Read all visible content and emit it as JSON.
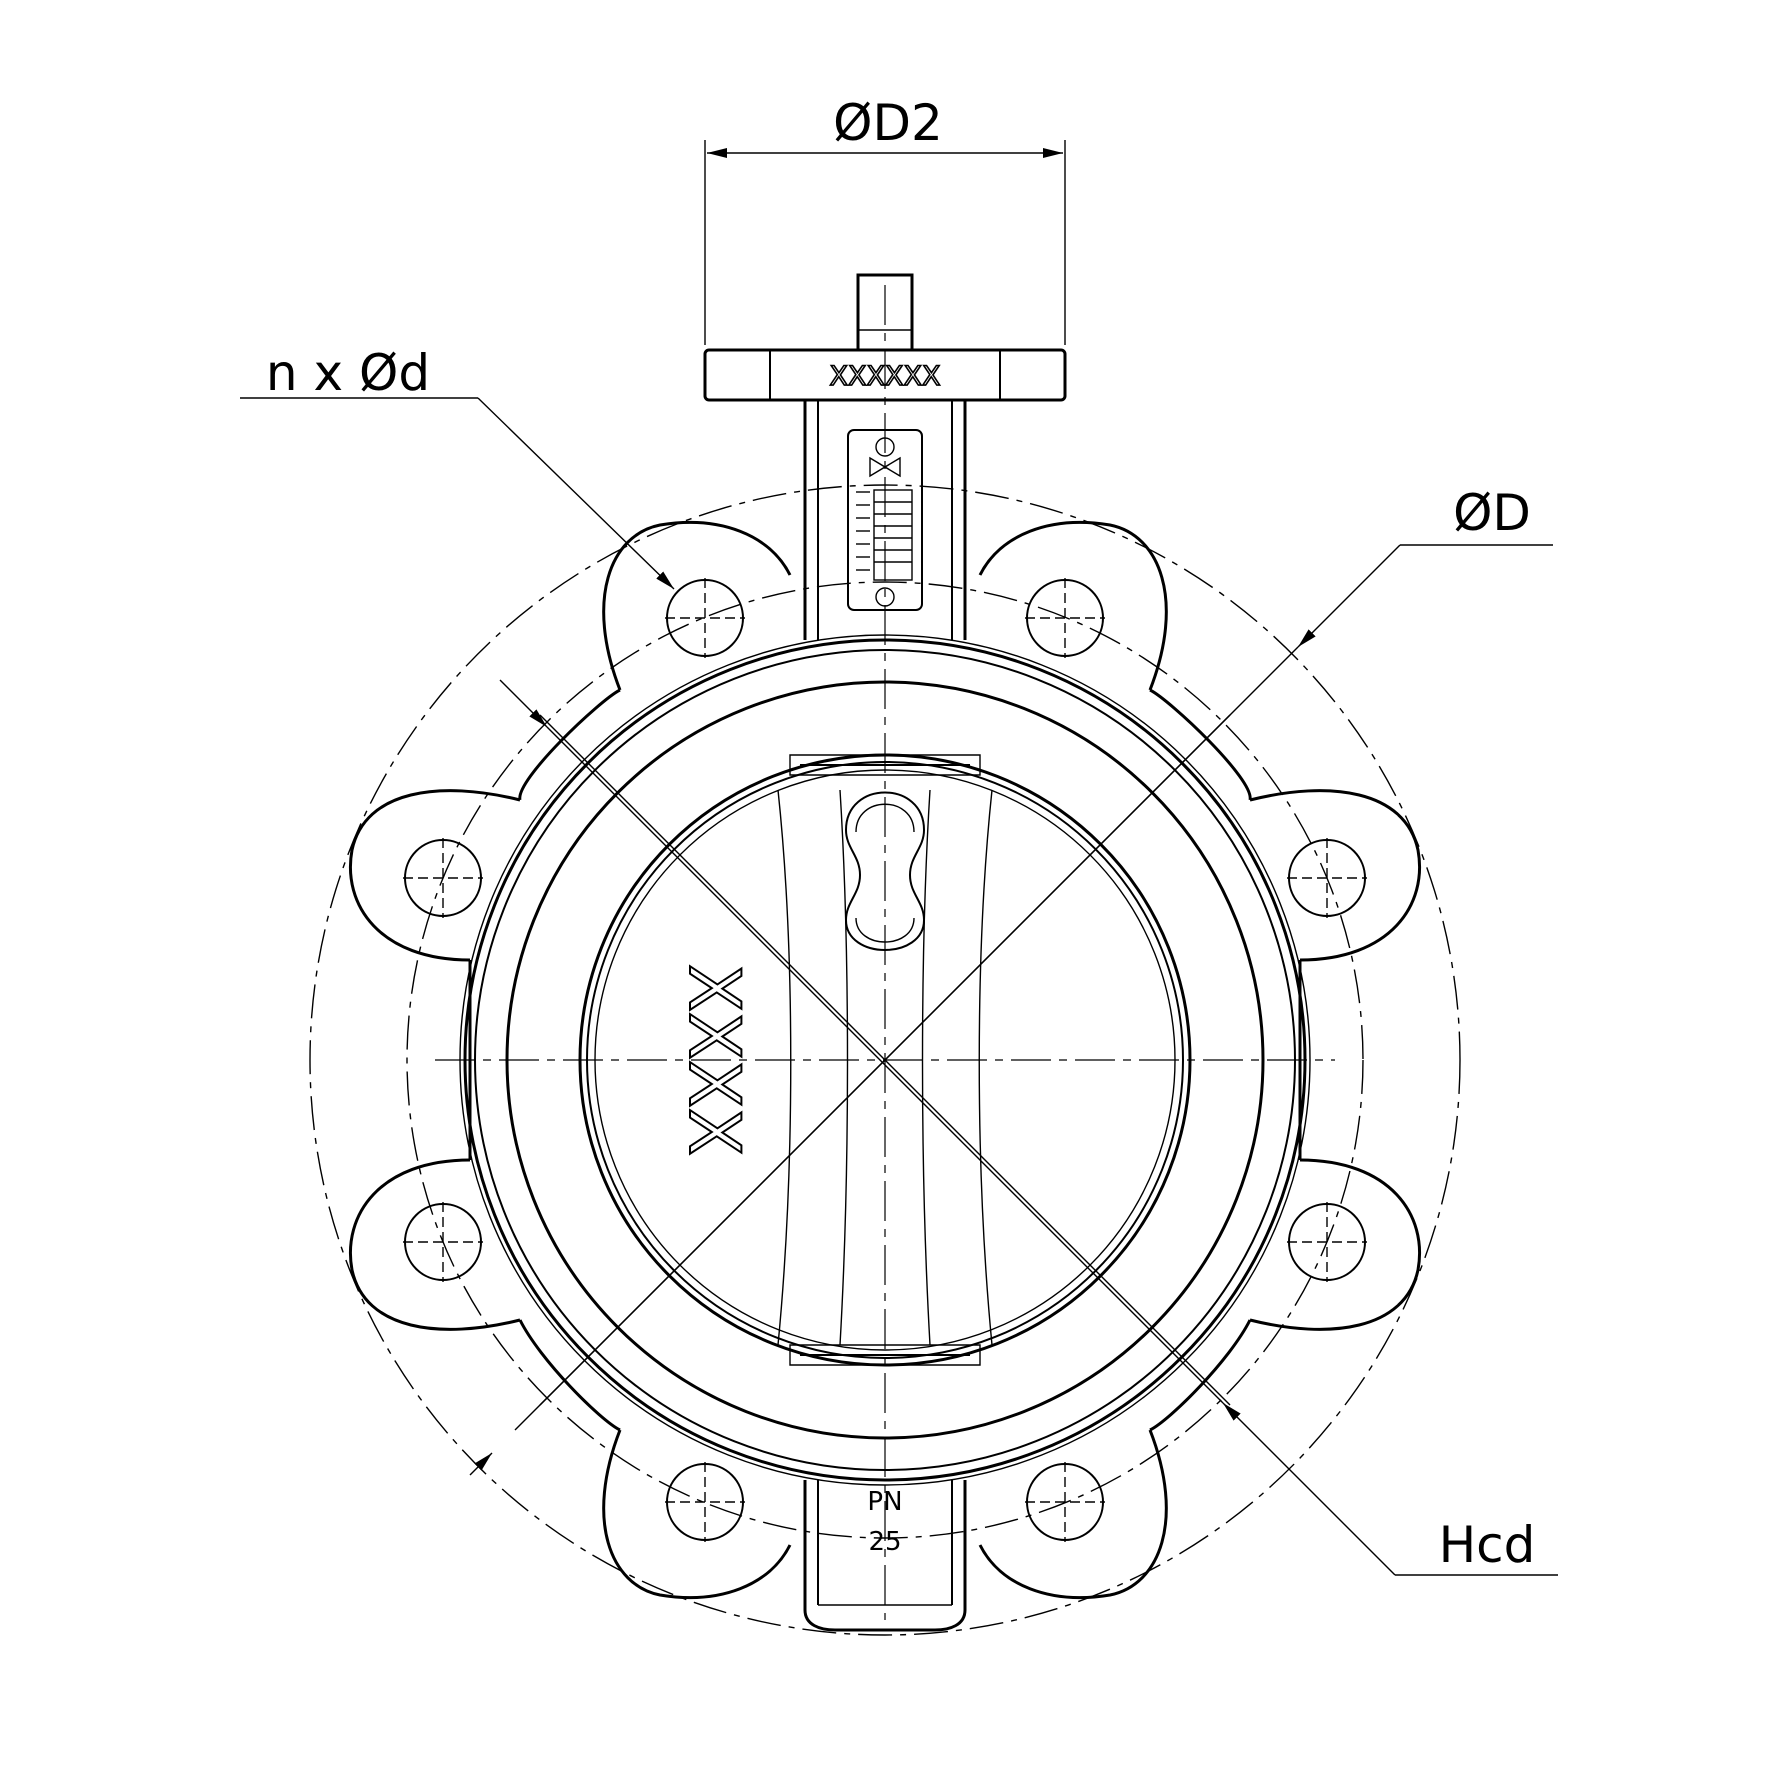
{
  "dimensions": {
    "top_diameter": "ØD2",
    "bolt_holes": "n x Ød",
    "outer_diameter": "ØD",
    "hole_circle": "Hcd"
  },
  "markings": {
    "top_plate": "XXXXXX",
    "body_side": "XXXX",
    "pressure_line1": "PN",
    "pressure_line2": "25"
  }
}
